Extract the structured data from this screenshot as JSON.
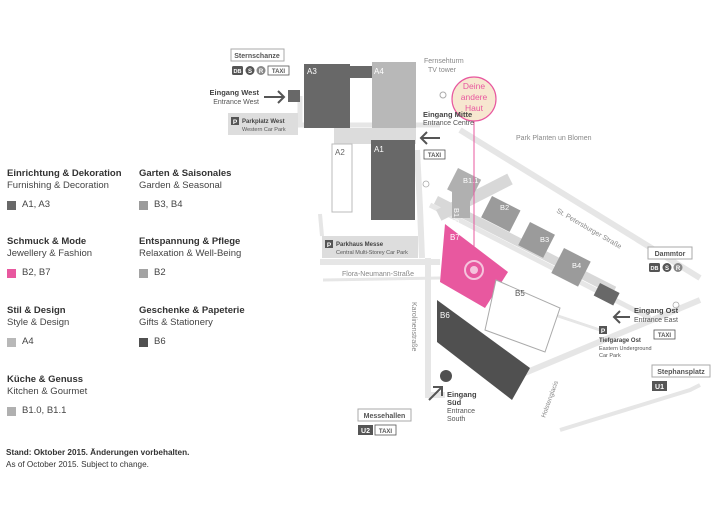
{
  "legend": [
    {
      "de": "Einrichtung & Dekoration",
      "en": "Furnishing & Decoration",
      "halls": "A1, A3",
      "color": "#686868"
    },
    {
      "de": "Garten & Saisonales",
      "en": "Garden & Seasonal",
      "halls": "B3, B4",
      "color": "#9b9b9b"
    },
    {
      "de": "Schmuck & Mode",
      "en": "Jewellery & Fashion",
      "halls": "B2, B7",
      "color": "#e8589f"
    },
    {
      "de": "Entspannung & Pflege",
      "en": "Relaxation & Well-Being",
      "halls": "B2",
      "color": "#a3a3a3"
    },
    {
      "de": "Stil & Design",
      "en": "Style & Design",
      "halls": "A4",
      "color": "#b8b8b8"
    },
    {
      "de": "Geschenke & Papeterie",
      "en": "Gifts & Stationery",
      "halls": "B6",
      "color": "#505050"
    },
    {
      "de": "Küche & Genuss",
      "en": "Kitchen & Gourmet",
      "halls": "B1.0, B1.1",
      "color": "#b0b0b0"
    }
  ],
  "footnote": {
    "de": "Stand: Oktober 2015. Änderungen vorbehalten.",
    "en": "As of October 2015. Subject to change."
  },
  "halls": {
    "A1": "A1",
    "A3": "A3",
    "A4": "A4",
    "A2": "A2",
    "B1_1": "B1.1",
    "B1_0": "B1.0",
    "B2": "B2",
    "B3": "B3",
    "B4": "B4",
    "B5": "B5",
    "B6": "B6",
    "B7": "B7"
  },
  "stations": {
    "sternschanze": "Sternschanze",
    "dammtor": "Dammtor",
    "stephansplatz": "Stephansplatz",
    "messehallen": "Messehallen",
    "u1": "U1",
    "u2": "U2",
    "db": "DB",
    "s": "S",
    "r": "R",
    "taxi": "TAXI"
  },
  "entrances": {
    "west_de": "Eingang West",
    "west_en": "Entrance West",
    "mitte_de": "Eingang Mitte",
    "mitte_en": "Entrance Centre",
    "ost_de": "Eingang Ost",
    "ost_en": "Entrance East",
    "sued_de": "Eingang",
    "sued_de2": "Süd",
    "sued_en": "Entrance",
    "sued_en2": "South"
  },
  "parking": {
    "p": "P",
    "west_de": "Parkplatz West",
    "west_en": "Western Car Park",
    "messe_de": "Parkhaus Messe",
    "messe_en": "Central Multi-Storey Car Park",
    "ost_de": "Tiefgarage Ost",
    "ost_en1": "Eastern Underground",
    "ost_en2": "Car Park"
  },
  "landmarks": {
    "tower_de": "Fernsehturm",
    "tower_en": "TV tower",
    "park": "Park Planten un Blomen",
    "street1": "St. Petersburger Straße",
    "street2": "Flora-Neumann-Straße",
    "street3": "Karolinenstraße",
    "street4": "Holstenglacis"
  },
  "highlight": {
    "line1": "Deine",
    "line2": "andere",
    "line3": "Haut",
    "color": "#e8589f",
    "fill": "#f7e7d0"
  }
}
